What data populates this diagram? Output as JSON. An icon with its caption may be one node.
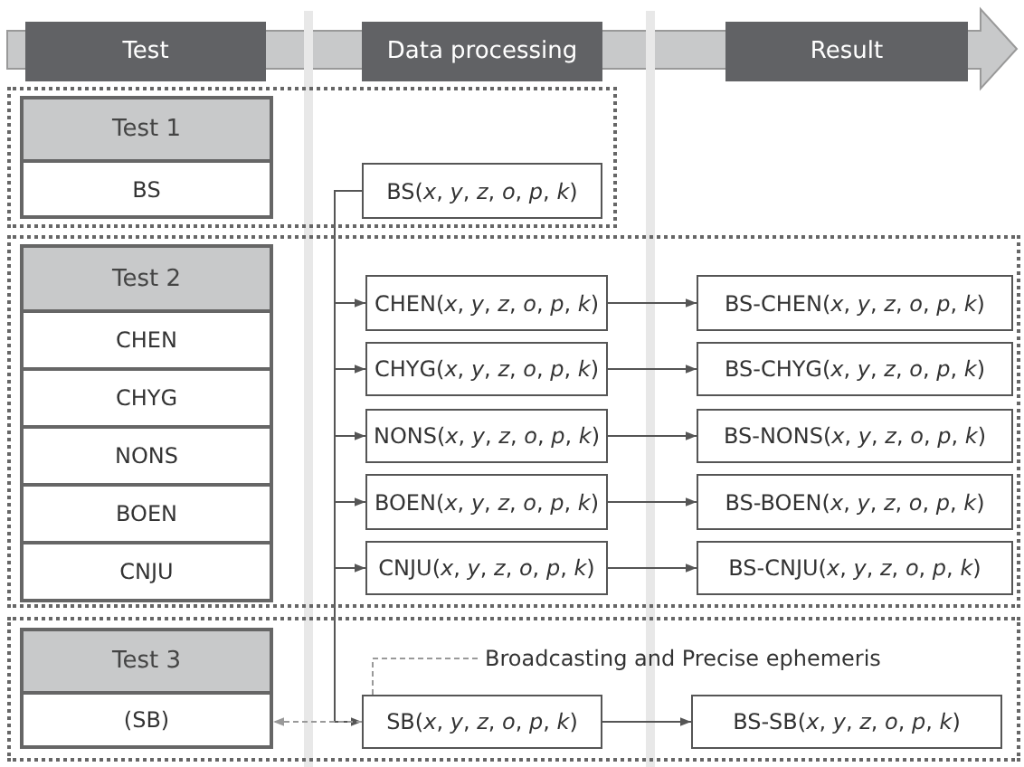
{
  "diagram": {
    "nodes": [
      {
        "text": [
          "Test"
        ]
      },
      {
        "text": [
          "Data processing"
        ]
      },
      {
        "text": [
          "Result"
        ]
      },
      {
        "text": [],
        "shape": "box"
      },
      {
        "text": [
          "Test 1"
        ],
        "in": 3
      },
      {
        "text": [
          "BS"
        ],
        "in": 3
      },
      {
        "text": [
          "BS(*x*, *y*, *z*, *o*, *p*, *k*)"
        ],
        "in": 3
      },
      {
        "text": [],
        "shape": "box"
      },
      {
        "text": [
          "Test 2"
        ],
        "in": 7
      },
      {
        "text": [
          "CHEN"
        ],
        "in": 7
      },
      {
        "text": [
          "CHYG"
        ],
        "in": 7
      },
      {
        "text": [
          "NONS"
        ],
        "in": 7
      },
      {
        "text": [
          "BOEN"
        ],
        "in": 7
      },
      {
        "text": [
          "CNJU"
        ],
        "in": 7
      },
      {
        "text": [
          "CHEN(*x*, *y*, *z*, *o*, *p*, *k*)"
        ],
        "in": 7
      },
      {
        "text": [
          "CHYG(*x*, *y*, *z*, *o*, *p*, *k*)"
        ],
        "in": 7
      },
      {
        "text": [
          "NONS(*x*, *y*, *z*, *o*, *p*, *k*)"
        ],
        "in": 7
      },
      {
        "text": [
          "BOEN(*x*, *y*, *z*, *o*, *p*, *k*)"
        ],
        "in": 7
      },
      {
        "text": [
          "CNJU(*x*, *y*, *z*, *o*, *p*, *k*)"
        ],
        "in": 7
      },
      {
        "text": [
          "BS-CHEN(*x*, *y*, *z*, *o*, *p*, *k*)"
        ],
        "in": 7
      },
      {
        "text": [
          "BS-CHYG(*x*, *y*, *z*, *o*, *p*, *k*)"
        ],
        "in": 7
      },
      {
        "text": [
          "BS-NONS(*x*, *y*, *z*, *o*, *p*, *k*)"
        ],
        "in": 7
      },
      {
        "text": [
          "BS-BOEN(*x*, *y*, *z*, *o*, *p*, *k*)"
        ],
        "in": 7
      },
      {
        "text": [
          "BS-CNJU(*x*, *y*, *z*, *o*, *p*, *k*)"
        ],
        "in": 7
      },
      {
        "text": [],
        "shape": "box"
      },
      {
        "text": [
          "Test 3"
        ],
        "in": 24
      },
      {
        "text": [
          "(SB)"
        ],
        "in": 24
      },
      {
        "text": [
          "SB(*x*, *y*, *z*, *o*, *p*, *k*)"
        ],
        "in": 24
      },
      {
        "text": [
          "Broadcasting and Precise ephemeris"
        ],
        "in": 24
      },
      {
        "text": [
          "BS-SB(*x*, *y*, *z*, *o*, *p*, *k*)"
        ],
        "in": 24
      }
    ],
    "edges": [
      {
        "from": 6,
        "to": 14,
        "arrow": "to"
      },
      {
        "from": 6,
        "to": 15,
        "arrow": "to"
      },
      {
        "from": 6,
        "to": 16,
        "arrow": "to"
      },
      {
        "from": 6,
        "to": 17,
        "arrow": "to"
      },
      {
        "from": 6,
        "to": 18,
        "arrow": "to"
      },
      {
        "from": 6,
        "to": 27,
        "arrow": "to"
      },
      {
        "from": 14,
        "to": 19,
        "arrow": "to"
      },
      {
        "from": 15,
        "to": 20,
        "arrow": "to"
      },
      {
        "from": 16,
        "to": 21,
        "arrow": "to"
      },
      {
        "from": 17,
        "to": 22,
        "arrow": "to"
      },
      {
        "from": 18,
        "to": 23,
        "arrow": "to"
      },
      {
        "from": 27,
        "to": 29,
        "arrow": "to"
      },
      {
        "from": 27,
        "to": 26,
        "arrow": "to",
        "style": "dashed",
        "color": "#999999"
      },
      {
        "from": 28,
        "to": 27,
        "arrow": "none",
        "style": "dashed",
        "color": "#999999"
      }
    ]
  }
}
